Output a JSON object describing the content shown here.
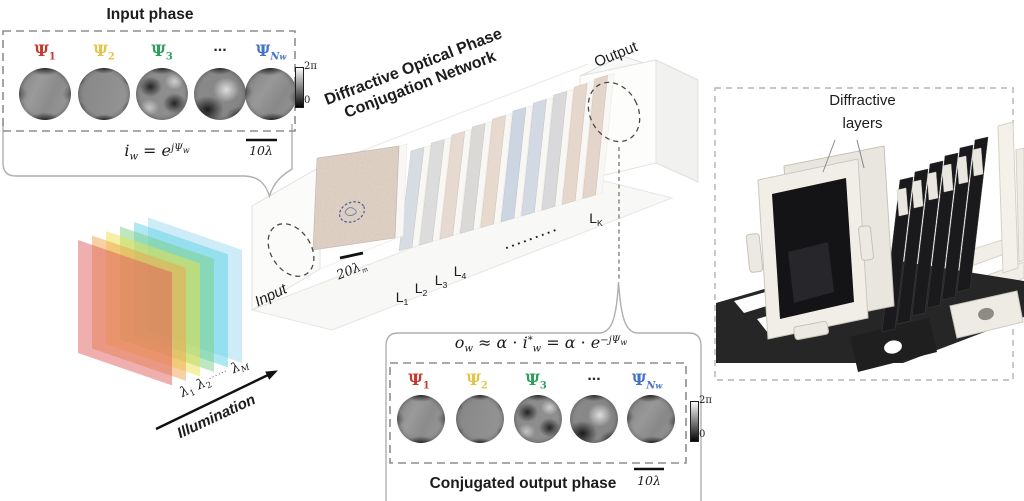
{
  "figure": {
    "input_panel": {
      "title": "Input phase",
      "labels": {
        "psi1": {
          "color": "#c43a2e",
          "segs": [
            {
              "t": "Ψ"
            },
            {
              "t": "1",
              "sub": 1
            }
          ]
        },
        "psi2": {
          "color": "#e5c44a",
          "segs": [
            {
              "t": "Ψ"
            },
            {
              "t": "2",
              "sub": 1
            }
          ]
        },
        "psi3": {
          "color": "#2e9e5b",
          "segs": [
            {
              "t": "Ψ"
            },
            {
              "t": "3",
              "sub": 1
            }
          ]
        },
        "dots": {
          "color": "#2b2b2b",
          "segs": [
            {
              "t": "..."
            }
          ]
        },
        "psiN": {
          "color": "#4472c4",
          "segs": [
            {
              "t": "Ψ"
            },
            {
              "t": "N",
              "sub": 1,
              "it": 1
            },
            {
              "t": "w",
              "ss": 1,
              "it": 1
            }
          ]
        }
      },
      "formula": [
        {
          "t": "i",
          "it": 1
        },
        {
          "t": "w",
          "sub": 1,
          "it": 1
        },
        {
          "t": " = "
        },
        {
          "t": "e",
          "it": 1
        },
        {
          "t": "jΨ",
          "sup": 1,
          "it": 1
        },
        {
          "t": "w",
          "es": 1,
          "it": 1
        }
      ],
      "scale_bar": [
        {
          "t": "10λ",
          "it": 1
        }
      ],
      "colorbar_top": "2π",
      "colorbar_bottom": "0"
    },
    "network": {
      "title_line1": "Diffractive Optical Phase",
      "title_line2": "Conjugation Network",
      "input_label": "Input",
      "output_label": "Output",
      "scale_bar": [
        {
          "t": "20λ",
          "it": 1
        },
        {
          "t": "m",
          "ss": 1,
          "it": 1
        }
      ],
      "layers": {
        "l1": [
          {
            "t": "L"
          },
          {
            "t": "1",
            "sub": 1
          }
        ],
        "l2": [
          {
            "t": "L"
          },
          {
            "t": "2",
            "sub": 1
          }
        ],
        "l3": [
          {
            "t": "L"
          },
          {
            "t": "3",
            "sub": 1
          }
        ],
        "l4": [
          {
            "t": "L"
          },
          {
            "t": "4",
            "sub": 1
          }
        ],
        "dots": "·········",
        "lk": [
          {
            "t": "L"
          },
          {
            "t": "K",
            "sub": 1
          }
        ]
      }
    },
    "illumination": {
      "label": "Illumination",
      "lambdas": [
        {
          "t": "λ",
          "it": 1
        },
        {
          "t": "1",
          "sub": 1
        },
        {
          "t": " "
        },
        {
          "t": "λ",
          "it": 1
        },
        {
          "t": "2",
          "sub": 1
        },
        {
          "t": "······",
          "sm": 1
        },
        {
          "t": " λ",
          "it": 1
        },
        {
          "t": "M",
          "sub": 1,
          "it": 1
        }
      ]
    },
    "output_panel": {
      "title": "Conjugated output phase",
      "formula": [
        {
          "t": "o",
          "it": 1
        },
        {
          "t": "w",
          "sub": 1,
          "it": 1
        },
        {
          "t": " ≈ "
        },
        {
          "t": "α",
          "it": 1
        },
        {
          "t": " · "
        },
        {
          "t": "i",
          "it": 1
        },
        {
          "t": "*",
          "sup": 1
        },
        {
          "t": "w",
          "sub": 1,
          "it": 1
        },
        {
          "t": " = "
        },
        {
          "t": "α",
          "it": 1
        },
        {
          "t": " · "
        },
        {
          "t": "e",
          "it": 1
        },
        {
          "t": "−jΨ",
          "sup": 1,
          "it": 1
        },
        {
          "t": "w",
          "es": 1,
          "it": 1
        }
      ],
      "labels": {
        "psi1": {
          "color": "#c43a2e",
          "segs": [
            {
              "t": "Ψ"
            },
            {
              "t": "1",
              "sub": 1
            }
          ]
        },
        "psi2": {
          "color": "#e5c44a",
          "segs": [
            {
              "t": "Ψ"
            },
            {
              "t": "2",
              "sub": 1
            }
          ]
        },
        "psi3": {
          "color": "#2e9e5b",
          "segs": [
            {
              "t": "Ψ"
            },
            {
              "t": "3",
              "sub": 1
            }
          ]
        },
        "dots": {
          "color": "#2b2b2b",
          "segs": [
            {
              "t": "..."
            }
          ]
        },
        "psiN": {
          "color": "#4472c4",
          "segs": [
            {
              "t": "Ψ"
            },
            {
              "t": "N",
              "sub": 1,
              "it": 1
            },
            {
              "t": "w",
              "ss": 1,
              "it": 1
            }
          ]
        }
      },
      "scale_bar": [
        {
          "t": "10λ",
          "it": 1
        }
      ],
      "colorbar_top": "2π",
      "colorbar_bottom": "0"
    },
    "photo_panel": {
      "caption_line1": "Diffractive",
      "caption_line2": "layers"
    },
    "colors": {
      "layer_first": "#e2d3c7",
      "layer_rest": [
        "#d7dce3",
        "#dddcdd",
        "#e6d9cf",
        "#dbd9d8",
        "#e7d9ce",
        "#ccd5e2",
        "#d2d9e3",
        "#d9d9db",
        "#e5d7cc",
        "#e3d5ca"
      ],
      "illumination_sheets": [
        "#9ed9f2",
        "#5ed2e6",
        "#79cf83",
        "#ece24a",
        "#f0a24e",
        "#e06060"
      ]
    }
  }
}
